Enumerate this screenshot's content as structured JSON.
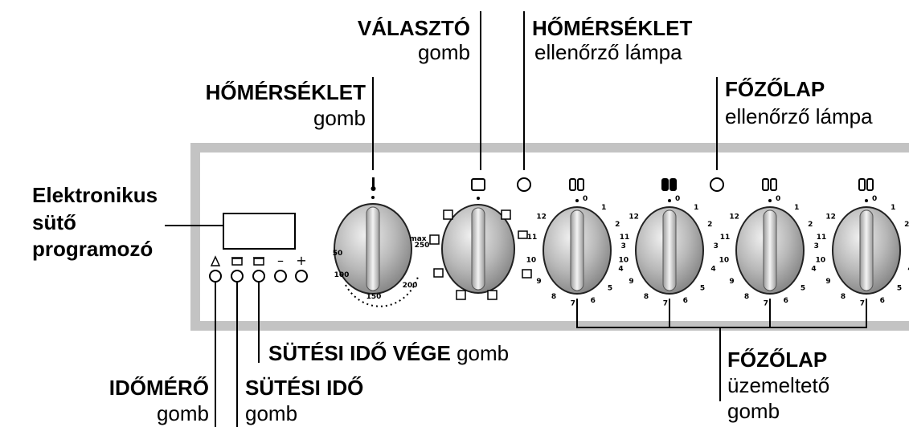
{
  "labels": {
    "selector_title": "VÁLASZTÓ",
    "selector_sub": "gomb",
    "temp_lamp_title": "HŐMÉRSÉKLET",
    "temp_lamp_sub": "ellenőrző lámpa",
    "temp_knob_title": "HŐMÉRSÉKLET",
    "temp_knob_sub": "gomb",
    "hob_lamp_title": "FŐZŐLAP",
    "hob_lamp_sub": "ellenőrző lámpa",
    "programmer_1": "Elektronikus",
    "programmer_2": "sütő",
    "programmer_3": "programozó",
    "end_time_title": "SÜTÉSI IDŐ VÉGE",
    "end_time_sub": "gomb",
    "timer_title": "IDŐMÉRŐ",
    "timer_sub": "gomb",
    "cook_time_title": "SÜTÉSI IDŐ",
    "cook_time_sub": "gomb",
    "hob_knob_title": "FŐZŐLAP",
    "hob_knob_sub1": "üzemeltető",
    "hob_knob_sub2": "gomb"
  },
  "programmer_buttons": [
    "bell-icon",
    "pot-icon",
    "pot-end-icon",
    "minus-icon",
    "plus-icon"
  ],
  "programmer_button_text": [
    "",
    "",
    "",
    "–",
    "+"
  ],
  "temperature_scale": [
    "50",
    "100",
    "150",
    "200",
    "250",
    "max"
  ],
  "hob_scale": [
    "0",
    "1",
    "2",
    "3",
    "4",
    "5",
    "6",
    "7",
    "8",
    "9",
    "10",
    "11",
    "12"
  ],
  "hob_zone_icons": [
    "hob-zone-rear-left-icon",
    "hob-zone-front-left-icon",
    "hob-zone-front-right-icon",
    "hob-zone-rear-right-icon"
  ],
  "colors": {
    "panel": "#c0c0c0",
    "panel_fill": "#ffffff",
    "knob": "#bdbdbd",
    "line": "#000000"
  }
}
